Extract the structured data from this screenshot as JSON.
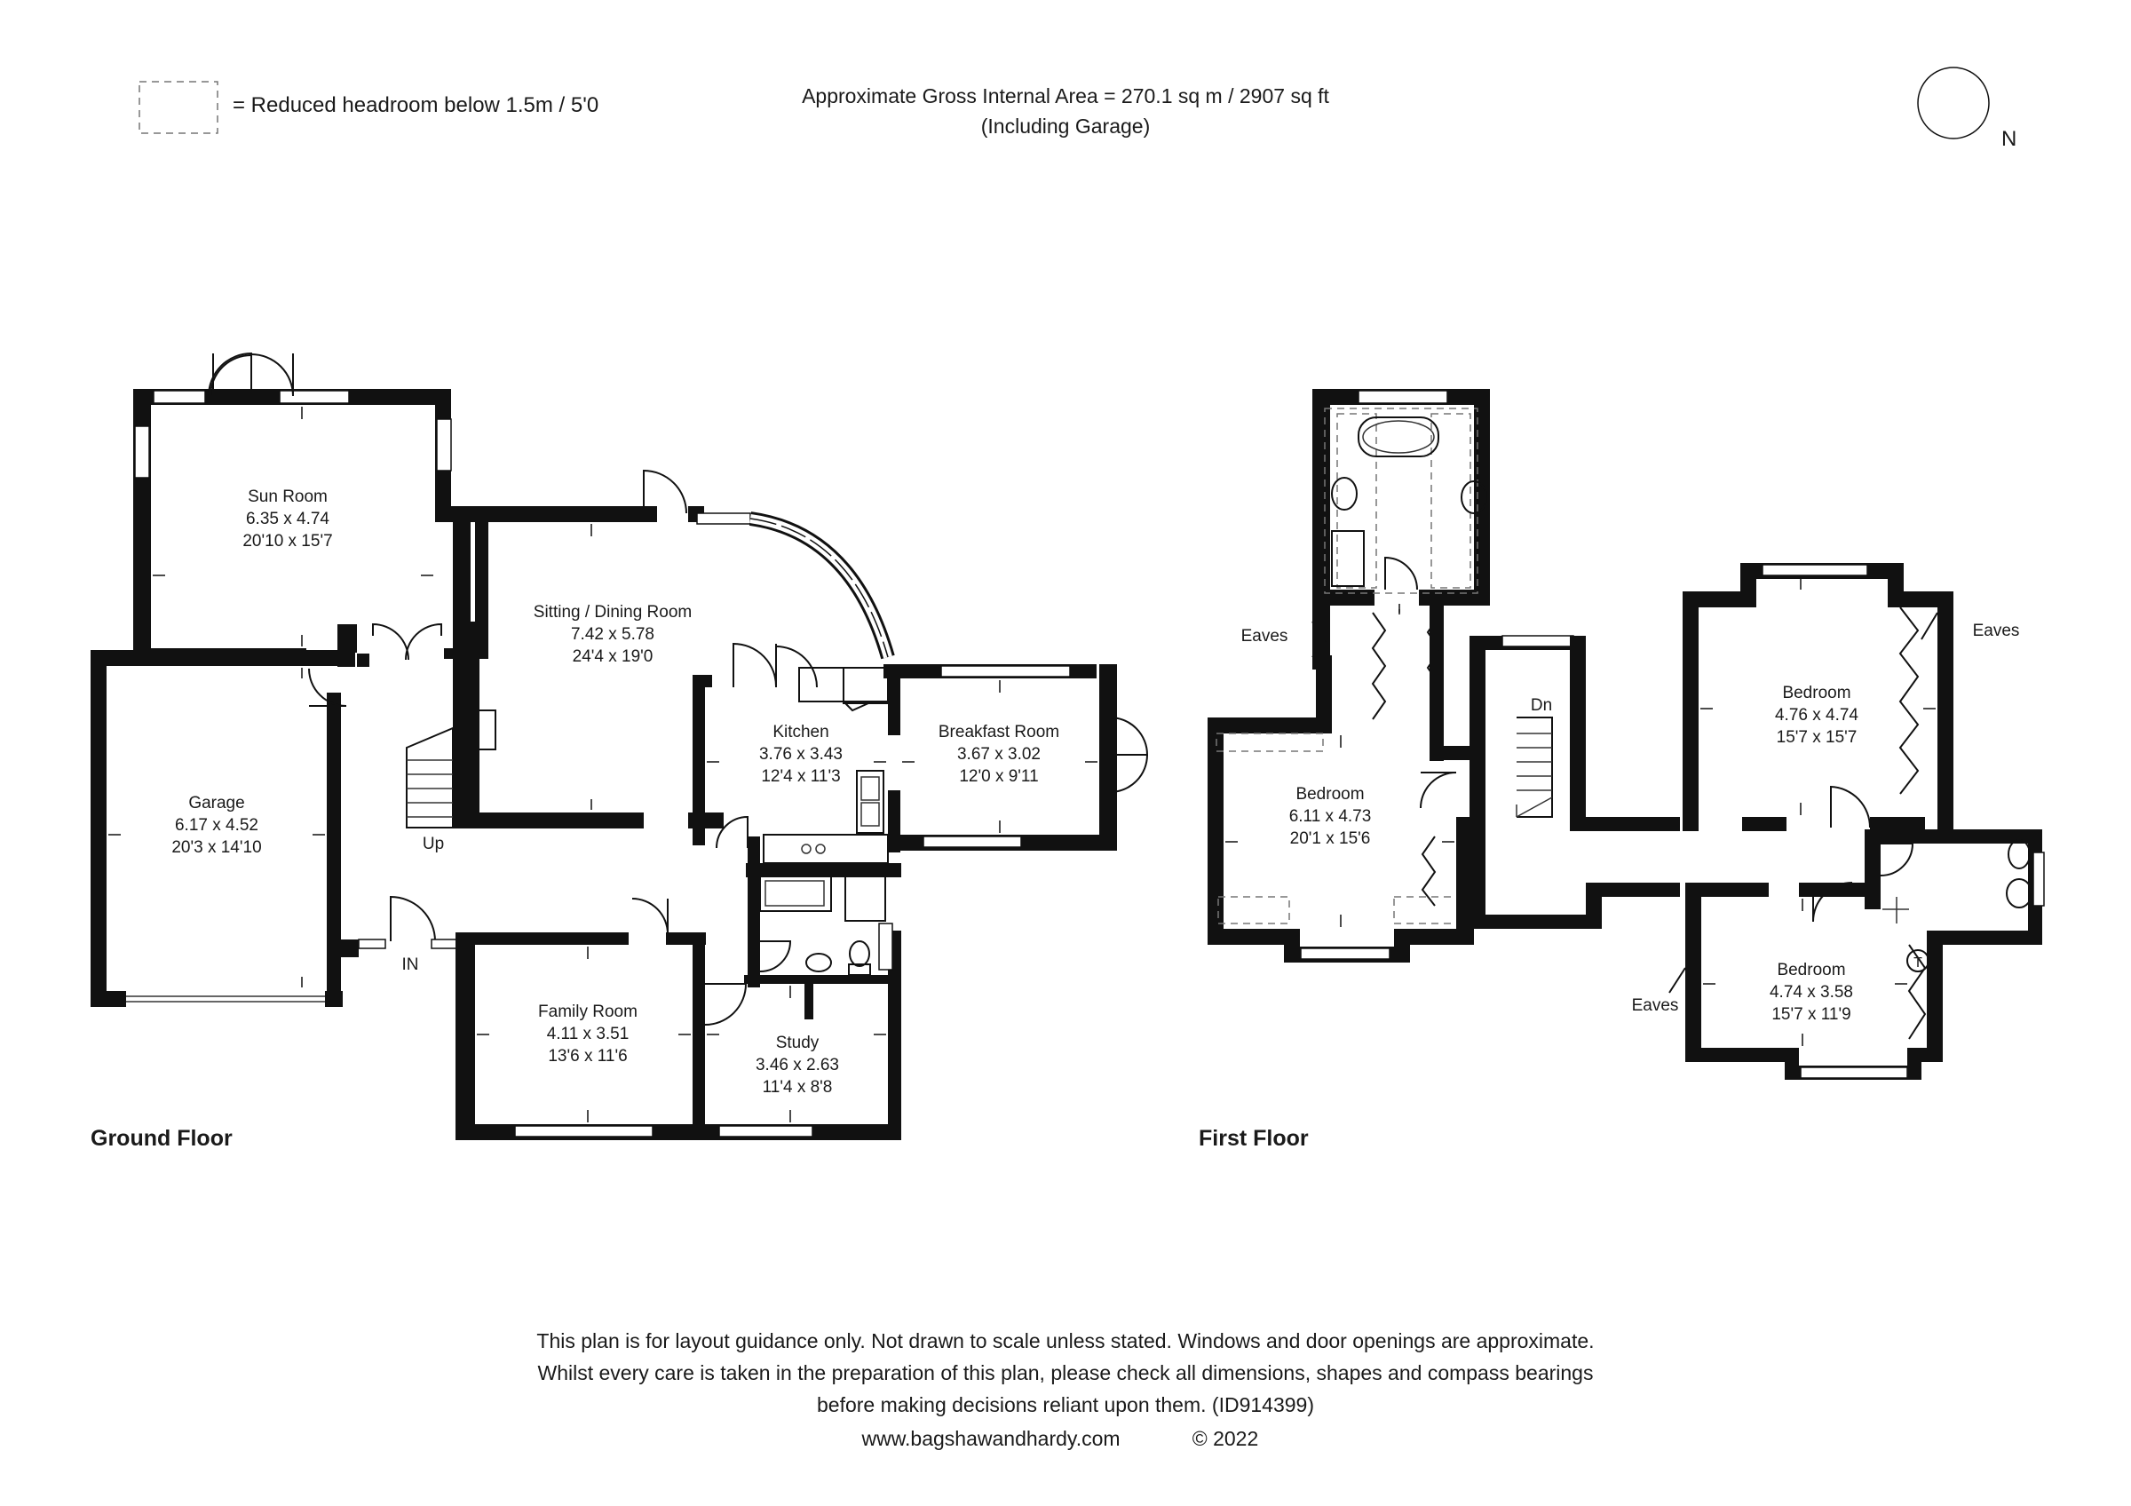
{
  "legend": {
    "text": "= Reduced headroom below 1.5m / 5'0"
  },
  "header": {
    "area_line": "Approximate Gross Internal Area = 270.1 sq m / 2907 sq ft",
    "garage_note": "(Including Garage)"
  },
  "compass": {
    "label": "N"
  },
  "ground_floor": {
    "title": "Ground Floor",
    "in_label": "IN",
    "up_label": "Up",
    "rooms": [
      {
        "name": "Sun Room",
        "metric": "6.35 x 4.74",
        "imperial": "20'10 x 15'7"
      },
      {
        "name": "Sitting / Dining Room",
        "metric": "7.42 x 5.78",
        "imperial": "24'4 x 19'0"
      },
      {
        "name": "Garage",
        "metric": "6.17 x 4.52",
        "imperial": "20'3 x 14'10"
      },
      {
        "name": "Kitchen",
        "metric": "3.76 x 3.43",
        "imperial": "12'4 x 11'3"
      },
      {
        "name": "Breakfast Room",
        "metric": "3.67 x 3.02",
        "imperial": "12'0 x 9'11"
      },
      {
        "name": "Family Room",
        "metric": "4.11 x 3.51",
        "imperial": "13'6 x 11'6"
      },
      {
        "name": "Study",
        "metric": "3.46 x 2.63",
        "imperial": "11'4 x 8'8"
      }
    ]
  },
  "first_floor": {
    "title": "First Floor",
    "dn_label": "Dn",
    "eaves_label": "Eaves",
    "cupboard_label": "T",
    "rooms": [
      {
        "name": "Bedroom",
        "metric": "6.11 x 4.73",
        "imperial": "20'1 x 15'6"
      },
      {
        "name": "Bedroom",
        "metric": "4.76 x 4.74",
        "imperial": "15'7 x 15'7"
      },
      {
        "name": "Bedroom",
        "metric": "4.74 x 3.58",
        "imperial": "15'7 x 11'9"
      }
    ]
  },
  "footer": {
    "line1": "This plan is for layout guidance only. Not drawn to scale unless stated. Windows and door openings are approximate.",
    "line2": "Whilst every care is taken in the preparation of this plan, please check all dimensions, shapes and compass bearings",
    "line3": "before making decisions reliant upon them. (ID914399)",
    "website": "www.bagshawandhardy.com",
    "copyright": "© 2022"
  }
}
